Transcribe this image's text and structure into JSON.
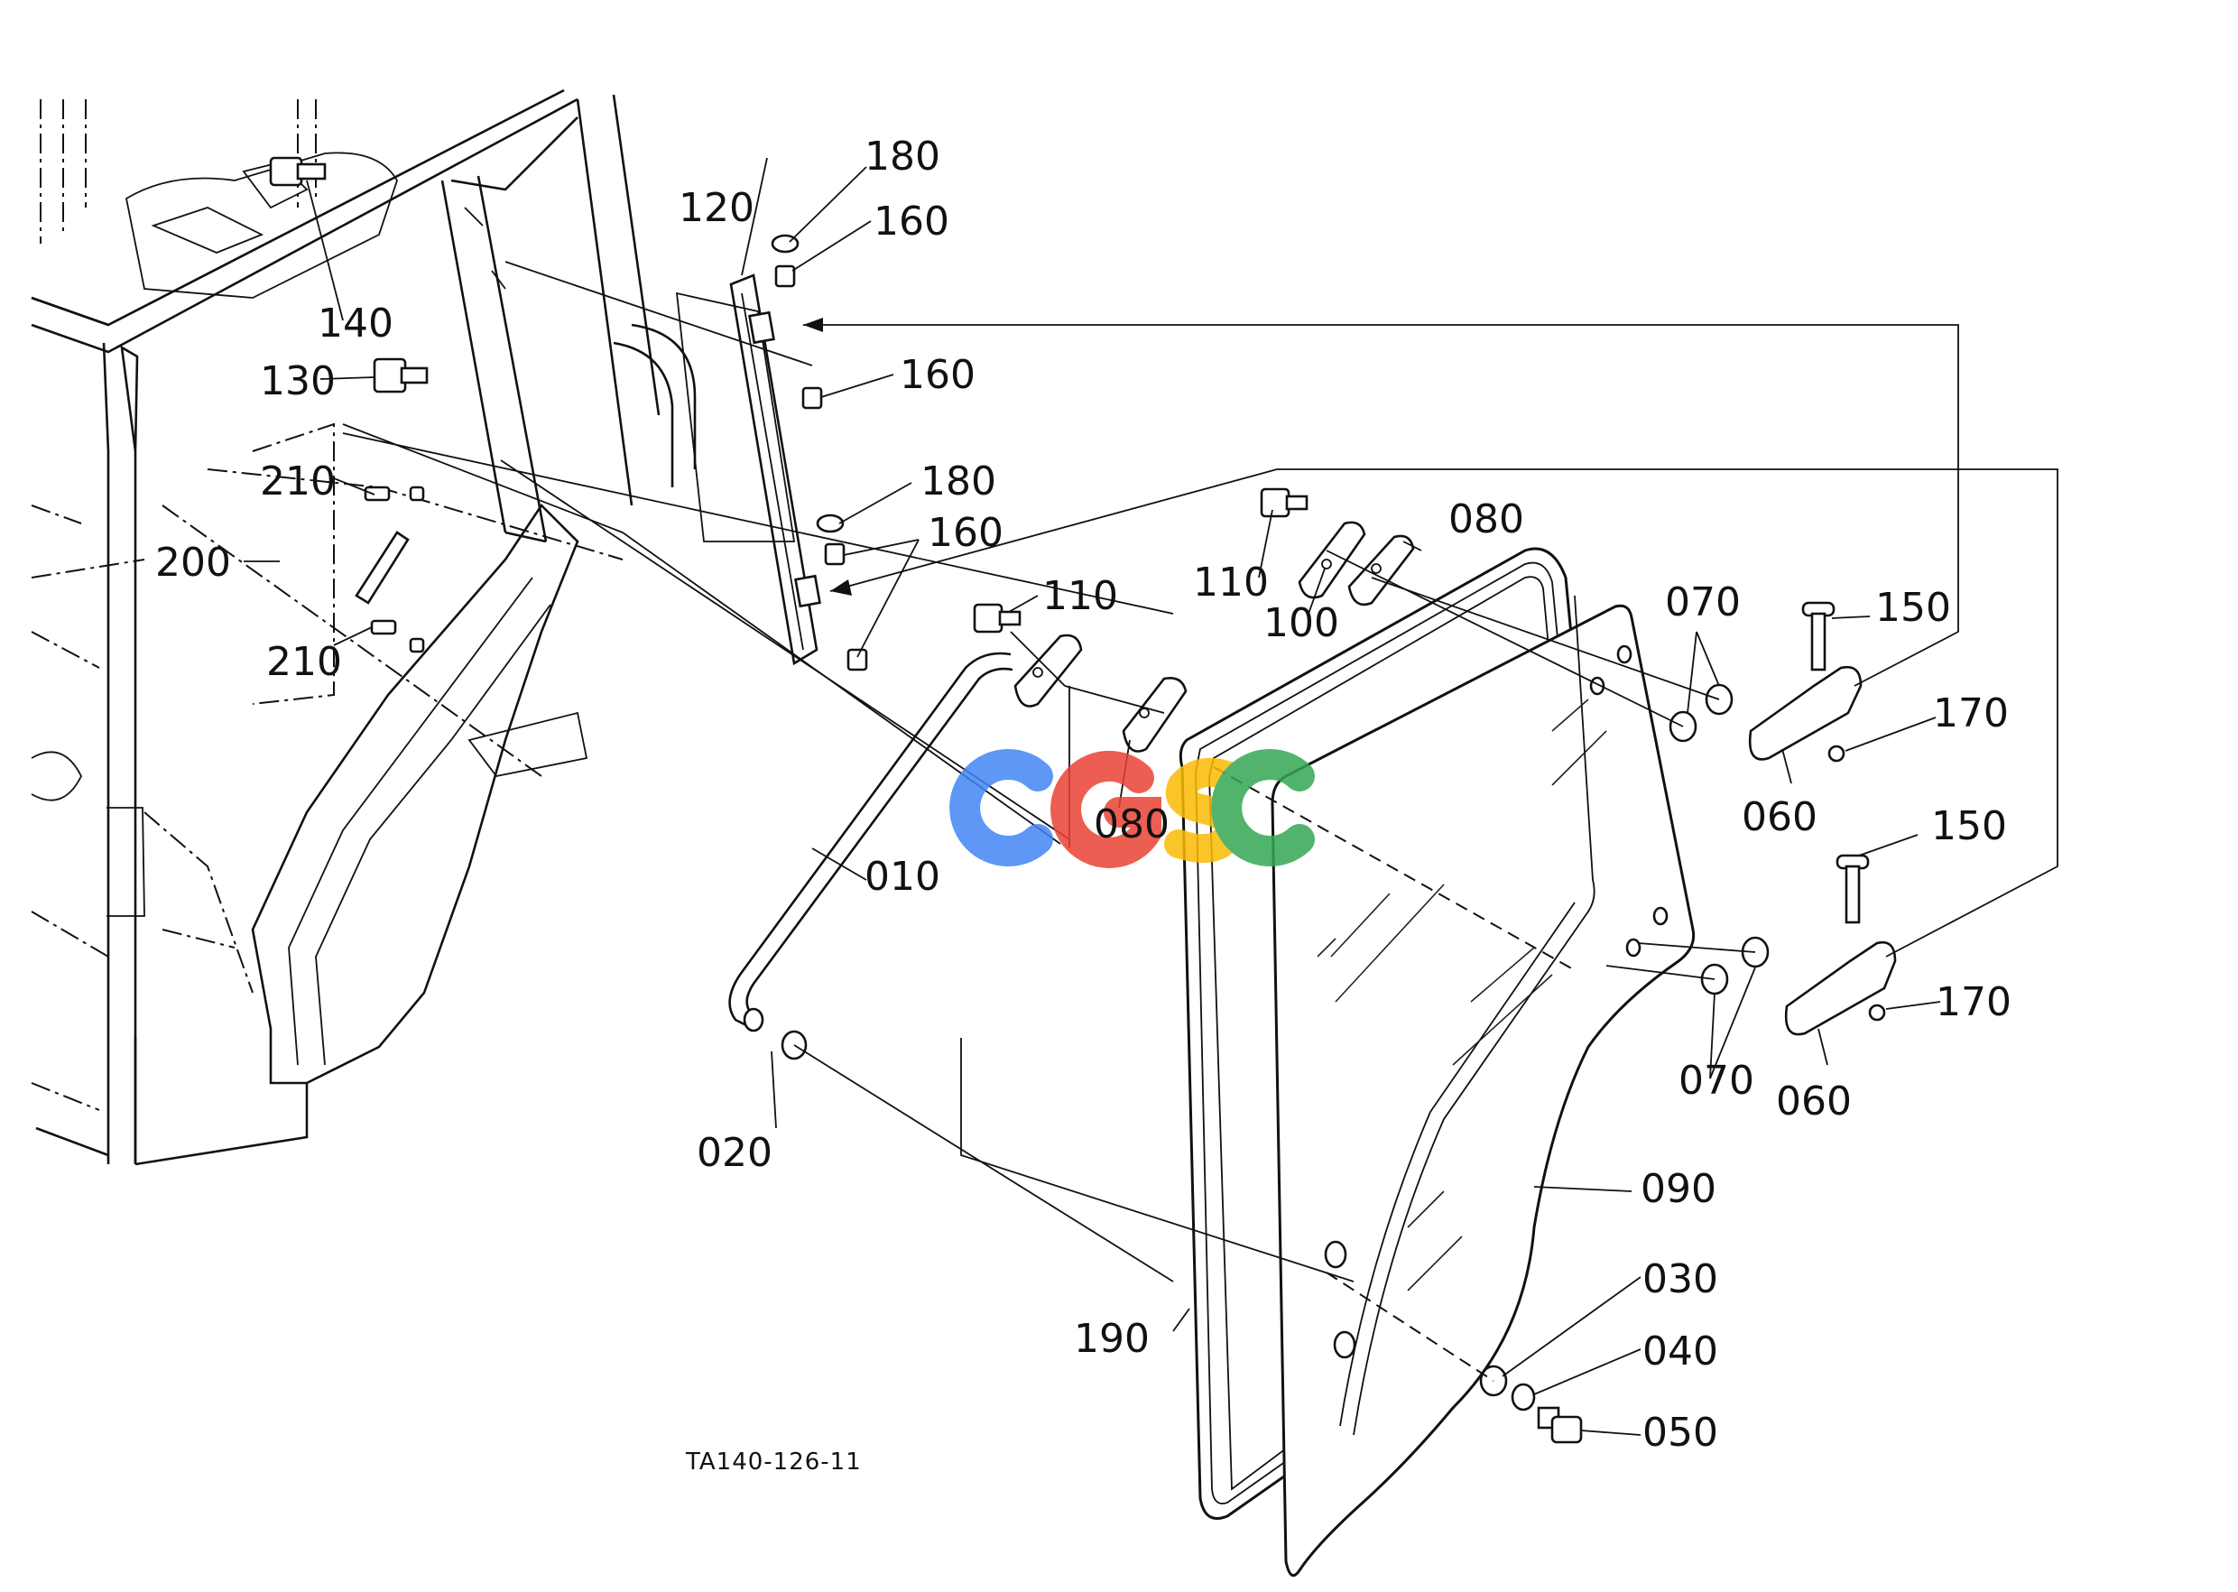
{
  "drawing": {
    "reference_code": "TA140-126-11",
    "watermark_text": "CGSC",
    "watermark_colors": [
      "#4285f4",
      "#ea4335",
      "#fbbc05",
      "#34a853"
    ]
  },
  "callouts": {
    "c010": "010",
    "c020": "020",
    "c030": "030",
    "c040": "040",
    "c050": "050",
    "c060a": "060",
    "c060b": "060",
    "c070a": "070",
    "c070b": "070",
    "c080a": "080",
    "c080b": "080",
    "c090": "090",
    "c100": "100",
    "c110a": "110",
    "c110b": "110",
    "c120": "120",
    "c130": "130",
    "c140": "140",
    "c150a": "150",
    "c150b": "150",
    "c160a": "160",
    "c160b": "160",
    "c160c": "160",
    "c170a": "170",
    "c170b": "170",
    "c180a": "180",
    "c180b": "180",
    "c190": "190",
    "c200": "200",
    "c210a": "210",
    "c210b": "210"
  }
}
